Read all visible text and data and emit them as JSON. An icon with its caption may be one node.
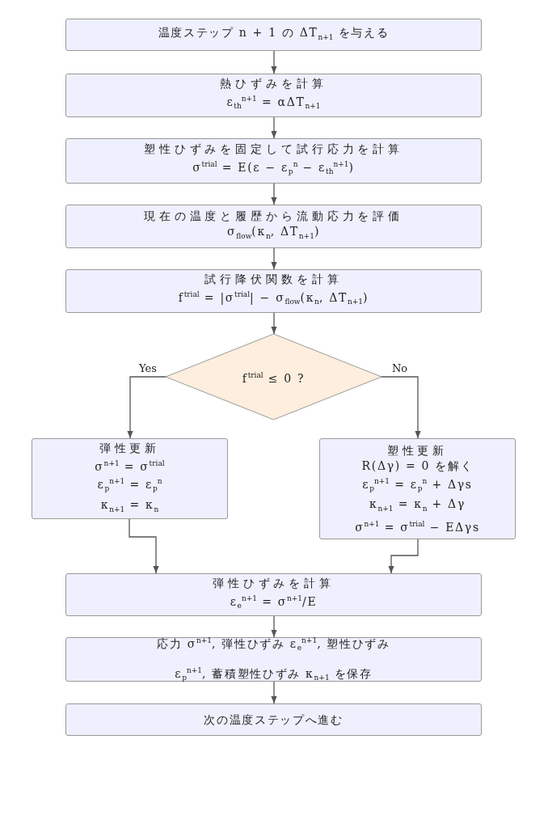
{
  "diagram": {
    "nodes": [
      {
        "text": [
          "温度ステップ n + 1 の ΔT$_{n+1}$ を与える"
        ]
      },
      {
        "text": [
          "熱ひずみを計算",
          "ε$_{th}$$^{n+1}$ = αΔT$_{n+1}$"
        ]
      },
      {
        "text": [
          "塑性ひずみを固定して試行応力を計算",
          "σ$^{trial}$ = E(ε − ε$_{p}$$^{n}$ − ε$_{th}$$^{n+1}$)"
        ]
      },
      {
        "text": [
          "現在の温度と履歴から流動応力を評価",
          "σ$_{flow}$(κ$_{n}$, ΔT$_{n+1}$)"
        ]
      },
      {
        "text": [
          "試行降伏関数を計算",
          "f$^{trial}$ = |σ$^{trial}$| − σ$_{flow}$(κ$_{n}$, ΔT$_{n+1}$)"
        ]
      },
      {
        "text": [
          "f$^{trial}$ ≤ 0 ?"
        ]
      },
      {
        "text": [
          "弾性更新",
          "σ$^{n+1}$ = σ$^{trial}$",
          "ε$_{p}$$^{n+1}$ = ε$_{p}$$^{n}$",
          "κ$_{n+1}$ = κ$_{n}$"
        ]
      },
      {
        "text": [
          "塑性更新",
          "R(Δγ) = 0 を解く",
          "ε$_{p}$$^{n+1}$ = ε$_{p}$$^{n}$ + Δγs",
          "κ$_{n+1}$ = κ$_{n}$ + Δγ",
          "σ$^{n+1}$ = σ$^{trial}$ − EΔγs"
        ]
      },
      {
        "text": [
          "弾性ひずみを計算",
          "ε$_{e}$$^{n+1}$ = σ$^{n+1}$/E"
        ]
      },
      {
        "text": [
          "応力 σ$^{n+1}$, 弾性ひずみ ε$_{e}$$^{n+1}$, 塑性ひずみ ε$_{p}$$^{n+1}$, 蓄積塑性ひずみ κ$_{n+1}$ を保存"
        ]
      },
      {
        "text": [
          "次の温度ステップへ進む"
        ]
      }
    ],
    "edges": [
      {
        "from": 0,
        "to": 1,
        "arrow": "to"
      },
      {
        "from": 1,
        "to": 2,
        "arrow": "to"
      },
      {
        "from": 2,
        "to": 3,
        "arrow": "to"
      },
      {
        "from": 3,
        "to": 4,
        "arrow": "to"
      },
      {
        "from": 4,
        "to": 5,
        "arrow": "to"
      },
      {
        "from": 5,
        "to": 6,
        "label": "Yes",
        "arrow": "to"
      },
      {
        "from": 5,
        "to": 7,
        "label": "No",
        "arrow": "to"
      },
      {
        "from": 6,
        "to": 8,
        "arrow": "to"
      },
      {
        "from": 7,
        "to": 8,
        "arrow": "to"
      },
      {
        "from": 8,
        "to": 9,
        "arrow": "to"
      },
      {
        "from": 9,
        "to": 10,
        "arrow": "to"
      }
    ]
  }
}
